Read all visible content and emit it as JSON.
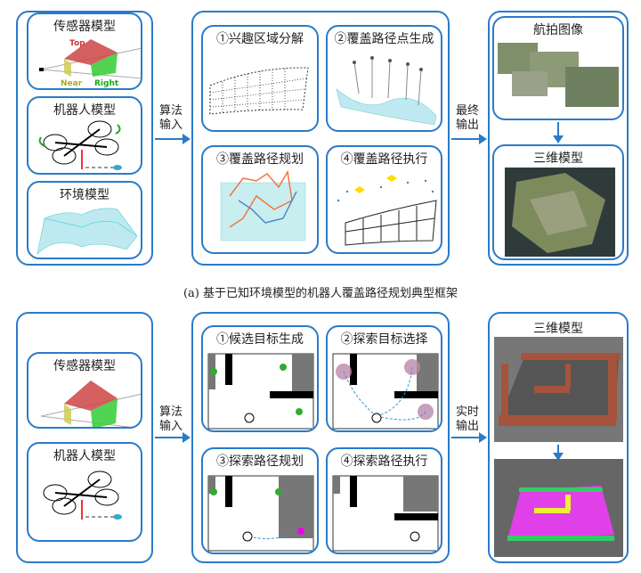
{
  "top": {
    "inputs": {
      "sensor": "传感器模型",
      "robot": "机器人模型",
      "env": "环境模型"
    },
    "arrow_in": "算法输入",
    "steps": [
      "①兴趣区域分解",
      "②覆盖路径点生成",
      "③覆盖路径规划",
      "④覆盖路径执行"
    ],
    "arrow_out": "最终输出",
    "outputs": {
      "aerial": "航拍图像",
      "model3d": "三维模型"
    },
    "sensor_faces": {
      "top": "Top",
      "near": "Near",
      "right": "Right"
    }
  },
  "caption": "(a)  基于已知环境模型的机器人覆盖路径规划典型框架",
  "bottom": {
    "inputs": {
      "sensor": "传感器模型",
      "robot": "机器人模型"
    },
    "arrow_in": "算法输入",
    "steps": [
      "①候选目标生成",
      "②探索目标选择",
      "③探索路径规划",
      "④探索路径执行"
    ],
    "arrow_out": "实时输出",
    "outputs": {
      "model3d": "三维模型"
    }
  }
}
